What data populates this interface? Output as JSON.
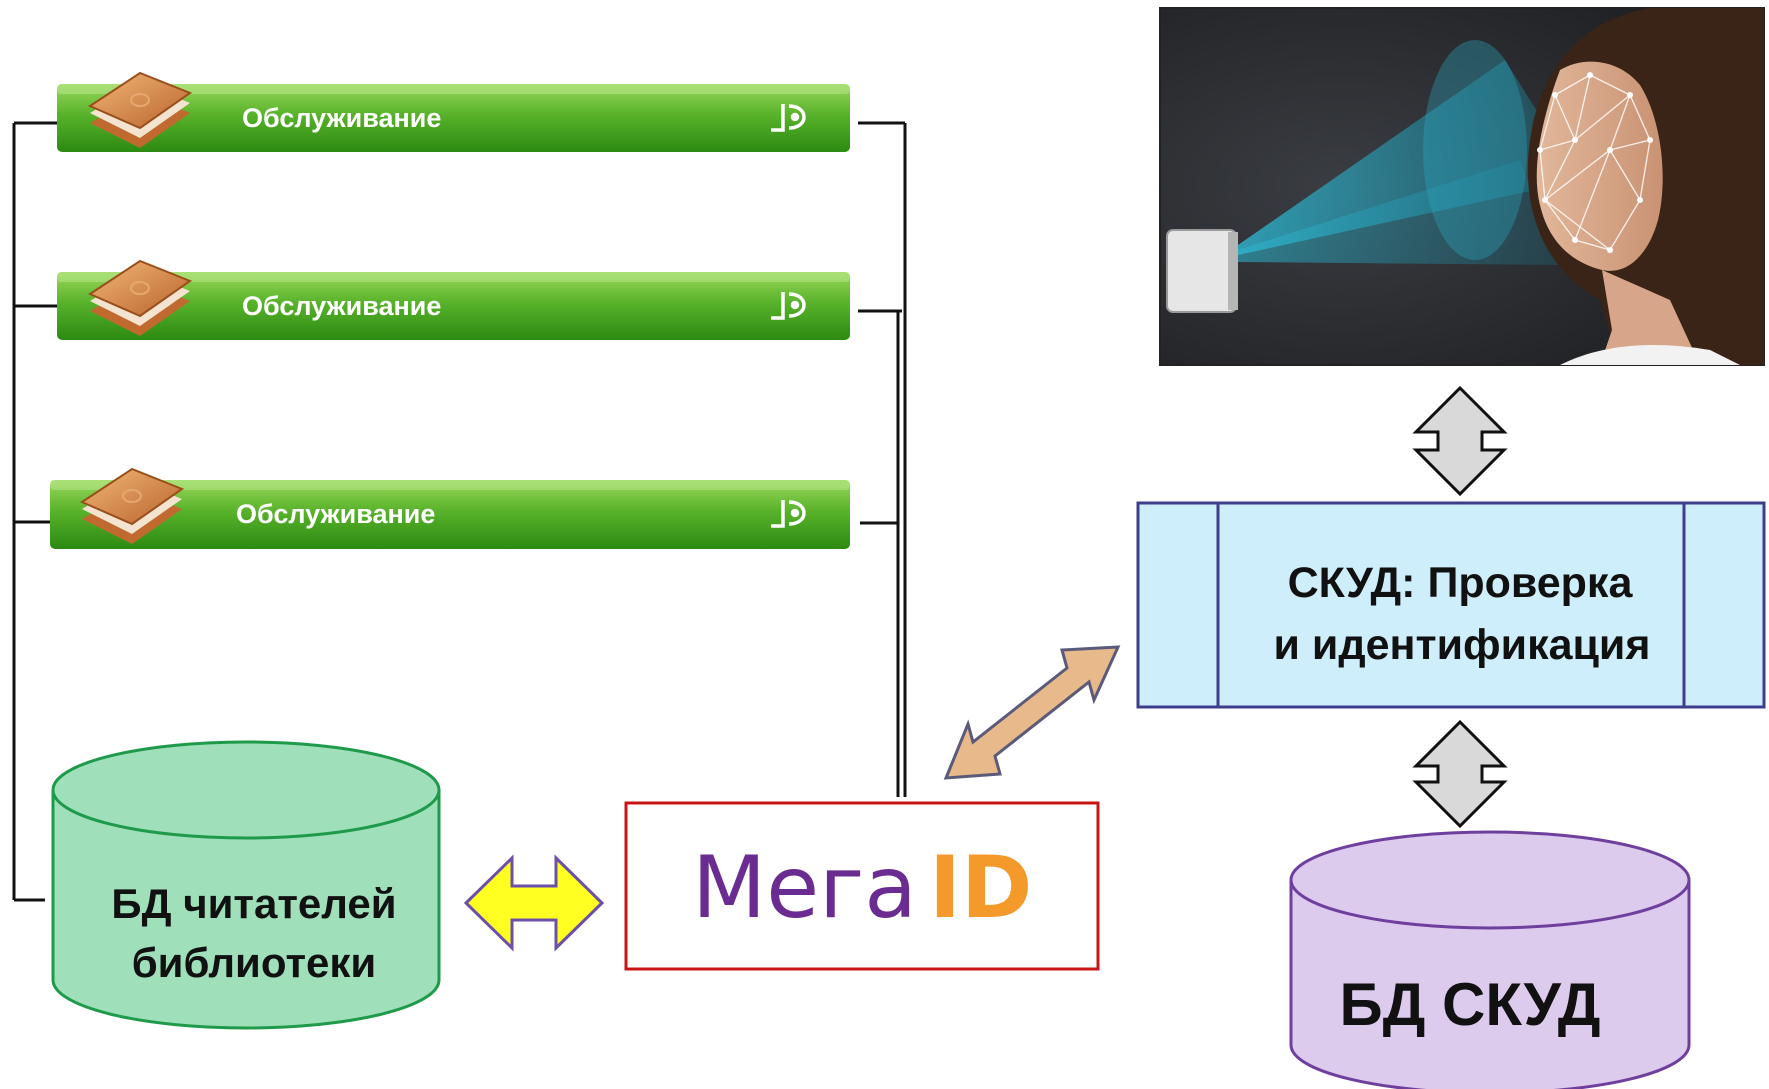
{
  "service_bars": [
    {
      "label": "Обслуживание"
    },
    {
      "label": "Обслуживание"
    },
    {
      "label": "Обслуживание"
    }
  ],
  "readers_db": {
    "line1": "БД читателей",
    "line2": "библиотеки"
  },
  "megaid": {
    "word": "Мега",
    "id": "ID"
  },
  "skud_box": {
    "line1": "СКУД: Проверка",
    "line2": "и идентификация"
  },
  "skud_db": {
    "label": "БД СКУД"
  },
  "colors": {
    "bar_green_top": "#86cf4a",
    "bar_green_bottom": "#2f8f13",
    "readers_db_fill": "#9fe0bb",
    "readers_db_stroke": "#1f9a4a",
    "megaid_border": "#c81414",
    "megaid_word": "#6a2c91",
    "megaid_id": "#f39a2b",
    "skud_box_fill": "#cfeefb",
    "skud_box_stroke": "#3d3f8c",
    "skud_db_fill": "#dccbec",
    "skud_db_stroke": "#6f3f9e",
    "arrow_yellow": "#ffff22",
    "arrow_tan": "#e8b98a",
    "arrow_grey": "#d9d9d9"
  },
  "icons": [
    "book-icon",
    "jd-logo-icon",
    "face-scanner-photo"
  ]
}
